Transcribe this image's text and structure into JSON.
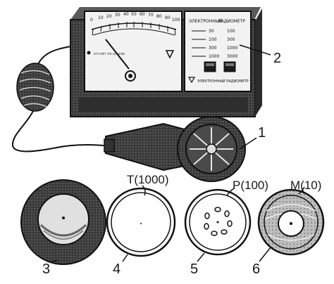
{
  "meter": {
    "header_line1": "ЭЛЕКТРОННЫЙ",
    "header_line2": "РАДИОМЕТР",
    "footer": "ЭЛЕКТРОННЫЙ РАДИОМЕТР",
    "dial_note": "отсчёт по шкале",
    "scale_ticks": [
      "0",
      "10",
      "20",
      "30",
      "40",
      "50",
      "60",
      "70",
      "80",
      "90",
      "100"
    ],
    "range_column_a": [
      "30",
      "100",
      "300",
      "1000"
    ],
    "range_column_b": [
      "100",
      "300",
      "1000",
      "3000"
    ]
  },
  "labels": {
    "item_1": "1",
    "item_2": "2",
    "item_3": "3",
    "item_4": "4",
    "item_5": "5",
    "item_6": "6"
  },
  "attenuators": {
    "t": "T(1000)",
    "p": "P(100)",
    "m": "M(10)"
  }
}
